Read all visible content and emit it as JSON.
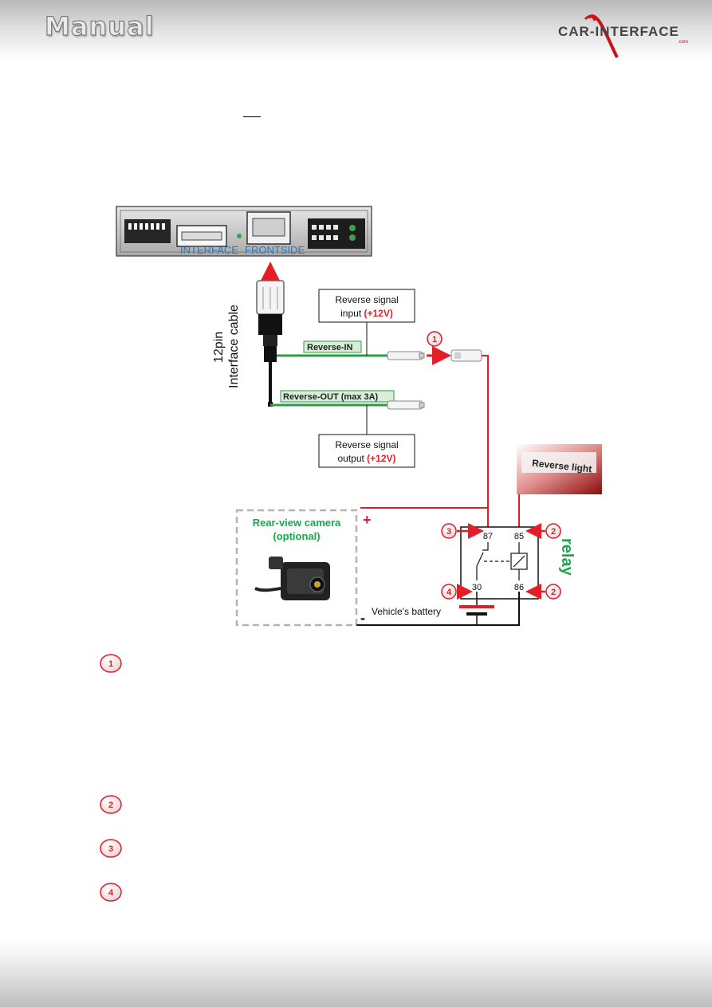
{
  "header": {
    "title": "Manual",
    "logo_text": "CAR-INTERFACE",
    "logo_suffix": ".com"
  },
  "device": {
    "label_interface": "INTERFACE",
    "label_frontside": "FRONTSIDE"
  },
  "cable": {
    "label_line1": "12pin",
    "label_line2": "Interface cable",
    "reverse_in": "Reverse-IN",
    "reverse_out": "Reverse-OUT (max 3A)"
  },
  "boxes": {
    "input_line1": "Reverse signal",
    "input_line2_prefix": "input ",
    "input_line2_value": "(+12V)",
    "output_line1": "Reverse signal",
    "output_line2_prefix": "output ",
    "output_line2_value": "(+12V)"
  },
  "camera": {
    "title": "Rear-view camera",
    "subtitle": "(optional)",
    "plus": "+",
    "minus": "-"
  },
  "reverse_light": "Reverse light",
  "relay": {
    "label": "relay",
    "pin_87": "87",
    "pin_85": "85",
    "pin_30": "30",
    "pin_86": "86",
    "battery": "Vehicle's battery"
  },
  "markers": [
    "1",
    "2",
    "3",
    "4"
  ],
  "colors": {
    "wire_red": "#e41e26",
    "wire_green": "#2e9a4a",
    "accent_green": "#1aa84a",
    "label_blue": "#1e7ac8",
    "marker_red": "#d42030"
  }
}
